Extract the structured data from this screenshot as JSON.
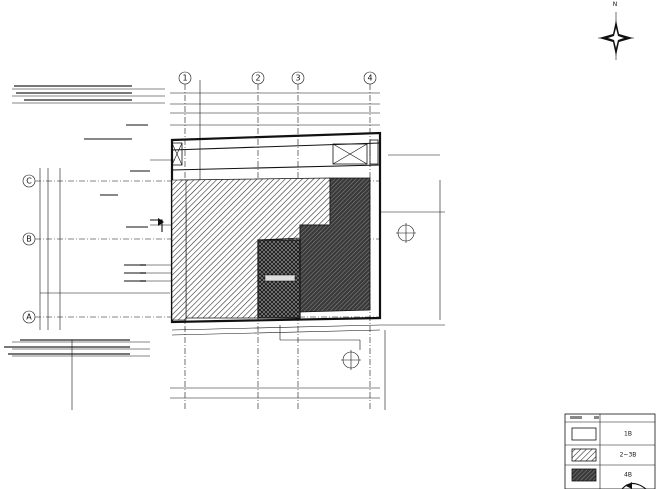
{
  "north_label": "N",
  "grid_columns": [
    {
      "id": "col-1",
      "label": "1"
    },
    {
      "id": "col-2",
      "label": "2"
    },
    {
      "id": "col-3",
      "label": "3"
    },
    {
      "id": "col-4",
      "label": "4"
    }
  ],
  "grid_rows": [
    {
      "id": "row-c",
      "label": "C"
    },
    {
      "id": "row-b",
      "label": "B"
    },
    {
      "id": "row-a",
      "label": "A"
    }
  ],
  "legend": {
    "rows": [
      {
        "label": "1B",
        "fill": "white"
      },
      {
        "label": "2~3B",
        "fill": "hatch-light"
      },
      {
        "label": "4B",
        "fill": "hatch-dense"
      }
    ]
  }
}
